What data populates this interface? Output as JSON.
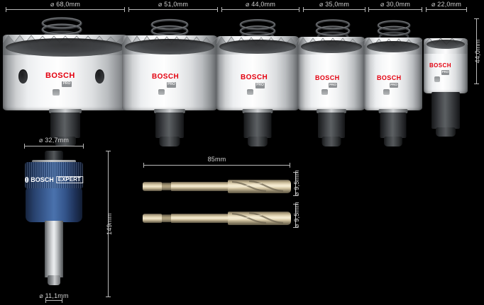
{
  "scene": {
    "background_color": "#000000",
    "description": "Bosch hole saw set product photo with dimension annotations"
  },
  "brand": {
    "name": "BOSCH",
    "accent_color": "#e3000f",
    "pro_badge": "PRO",
    "expert_name": "BOSCH",
    "expert_label": "EXPERT",
    "expert_blue": "#3a5c92"
  },
  "hole_saws": [
    {
      "id": "saw-1",
      "diameter_label": "⌀ 68,0mm"
    },
    {
      "id": "saw-2",
      "diameter_label": "⌀ 51,0mm"
    },
    {
      "id": "saw-3",
      "diameter_label": "⌀ 44,0mm"
    },
    {
      "id": "saw-4",
      "diameter_label": "⌀ 35,0mm"
    },
    {
      "id": "saw-5",
      "diameter_label": "⌀ 30,0mm"
    },
    {
      "id": "saw-6",
      "diameter_label": "⌀ 22,0mm"
    }
  ],
  "saw_height_label": "44,0mm",
  "arbor": {
    "diameter_label": "⌀ 32,7mm",
    "height_label": "149mm",
    "shank_label": "⌀ 11,1mm"
  },
  "drill_bits": {
    "length_label": "85mm",
    "bit_1_label": "⌀ 9,5mm",
    "bit_2_label": "⌀ 9,5mm"
  }
}
